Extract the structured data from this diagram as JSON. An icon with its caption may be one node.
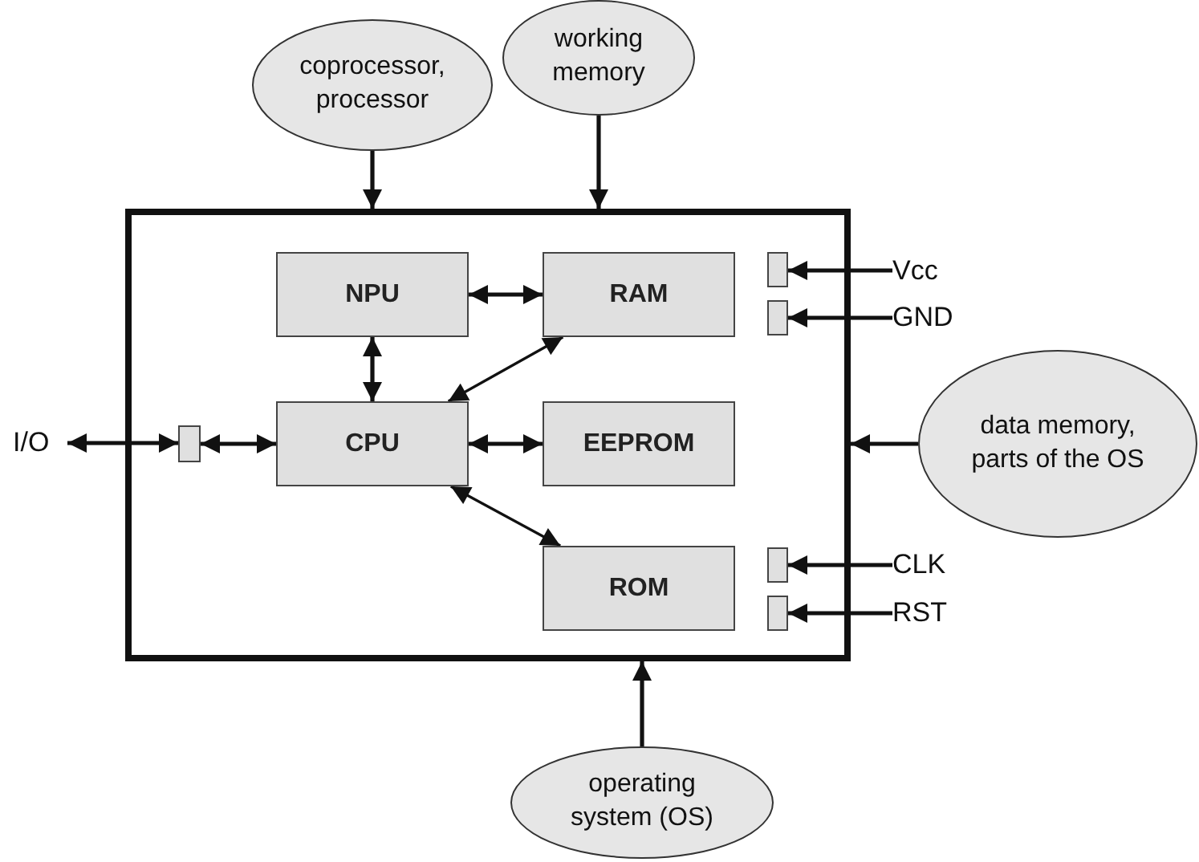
{
  "diagram": {
    "nodes": [
      {
        "text": [
          "coprocessor, processor"
        ]
      },
      {
        "text": [
          "working memory"
        ]
      },
      {
        "text": [],
        "shape": "box"
      },
      {
        "text": [
          "NPU"
        ],
        "in": 2
      },
      {
        "text": [
          "RAM"
        ],
        "in": 2
      },
      {
        "text": [],
        "shape": "box",
        "in": 2
      },
      {
        "text": [
          "Vcc"
        ]
      },
      {
        "text": [],
        "shape": "box",
        "in": 2
      },
      {
        "text": [
          "GND"
        ]
      },
      {
        "text": [
          "I/O"
        ]
      },
      {
        "text": [],
        "shape": "box",
        "in": 2
      },
      {
        "text": [
          "CPU"
        ],
        "in": 2
      },
      {
        "text": [
          "EEPROM"
        ],
        "in": 2
      },
      {
        "text": [
          "data memory, parts of the OS"
        ]
      },
      {
        "text": [
          "ROM"
        ],
        "in": 2
      },
      {
        "text": [],
        "shape": "box",
        "in": 2
      },
      {
        "text": [
          "CLK"
        ]
      },
      {
        "text": [],
        "shape": "box",
        "in": 2
      },
      {
        "text": [
          "RST"
        ]
      },
      {
        "text": [
          "operating system (OS)"
        ]
      }
    ],
    "edges": [
      {
        "from": 0,
        "to": 2,
        "arrow": "to"
      },
      {
        "from": 1,
        "to": 2,
        "arrow": "to"
      },
      {
        "from": 3,
        "to": 4,
        "arrow": "both"
      },
      {
        "from": 6,
        "to": 5,
        "arrow": "to"
      },
      {
        "from": 8,
        "to": 7,
        "arrow": "to"
      },
      {
        "from": 3,
        "to": 11,
        "arrow": "both"
      },
      {
        "from": 11,
        "to": 4,
        "arrow": "both"
      },
      {
        "from": 9,
        "to": 10,
        "arrow": "both"
      },
      {
        "from": 10,
        "to": 11,
        "arrow": "both"
      },
      {
        "from": 11,
        "to": 12,
        "arrow": "both"
      },
      {
        "from": 13,
        "to": 2,
        "arrow": "to"
      },
      {
        "from": 11,
        "to": 14,
        "arrow": "both"
      },
      {
        "from": 16,
        "to": 15,
        "arrow": "to"
      },
      {
        "from": 18,
        "to": 17,
        "arrow": "to"
      },
      {
        "from": 19,
        "to": 2,
        "arrow": "to"
      }
    ]
  }
}
